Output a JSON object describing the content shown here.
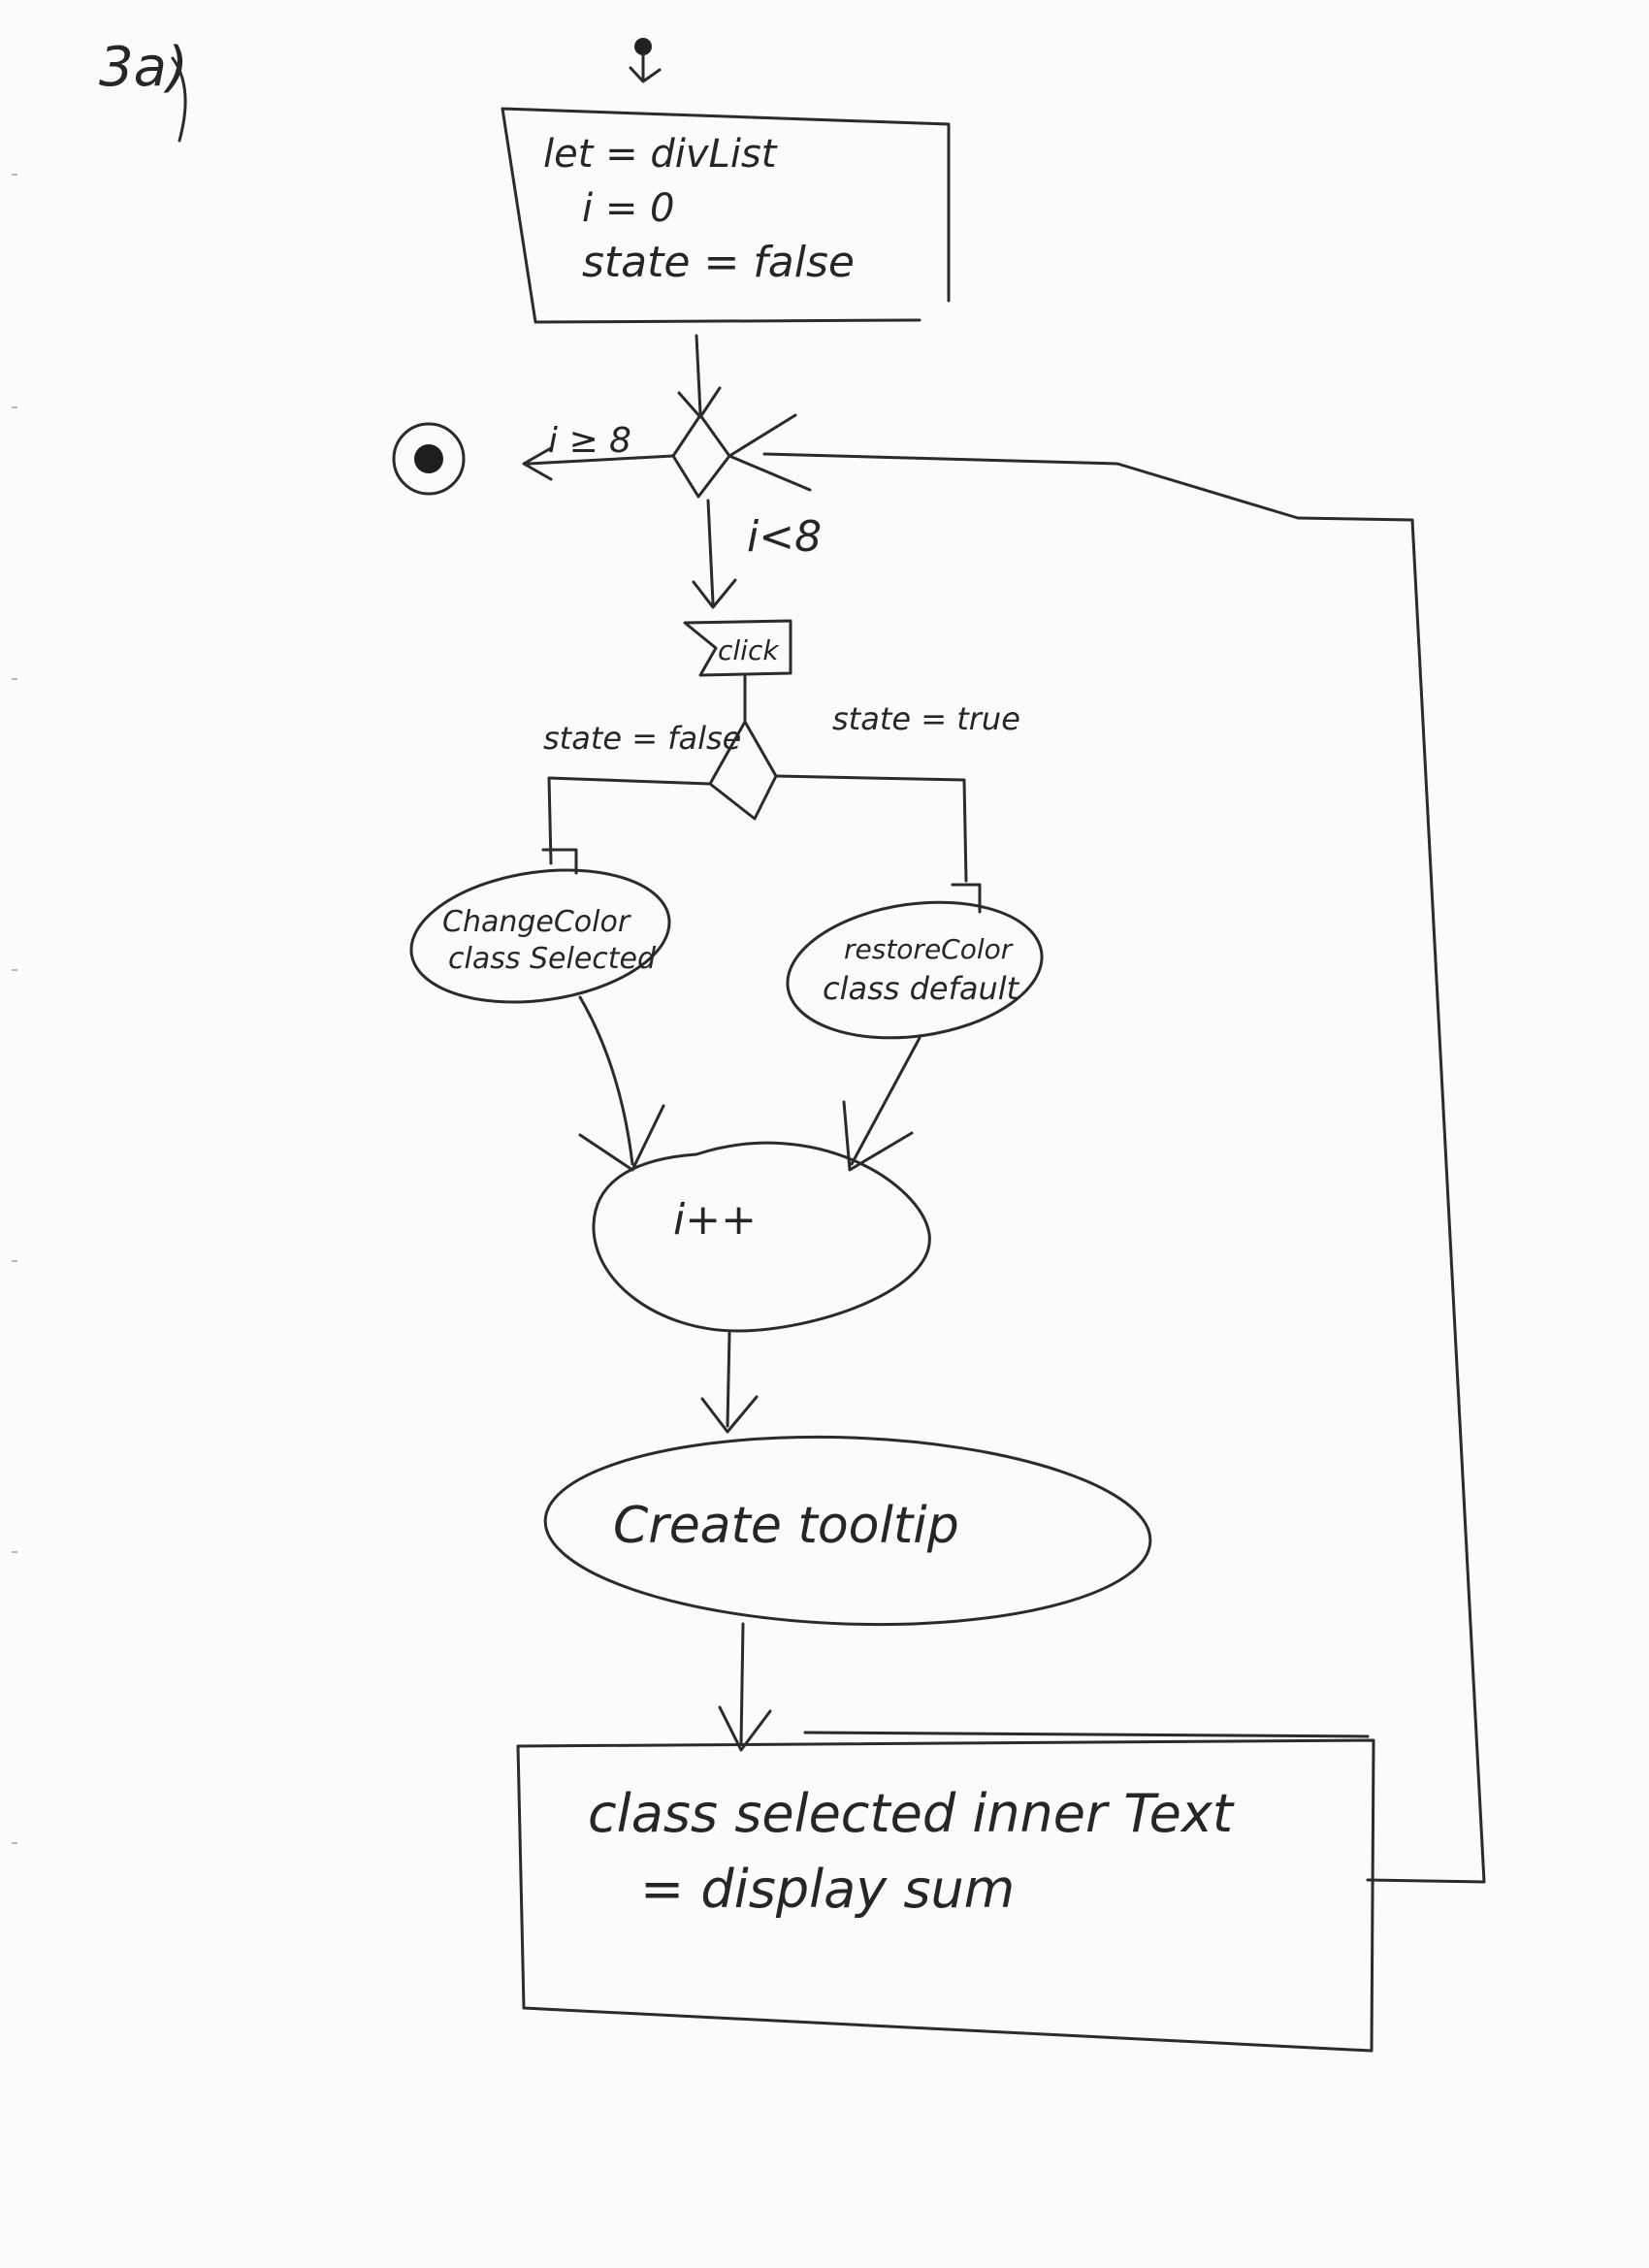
{
  "page_label": "3a)",
  "init_block": {
    "line1": "let = divList",
    "line2": "i = 0",
    "line3": "state = false"
  },
  "loop_exit_guard": "i ≥ 8",
  "loop_continue_guard": "i<8",
  "event_signal": "click",
  "branch": {
    "left_guard": "state = false",
    "right_guard": "state = true"
  },
  "actions": {
    "left_line1": "ChangeColor",
    "left_line2": "class Selected",
    "right_line1": "restoreColor",
    "right_line2": "class default",
    "increment": "i++",
    "tooltip": "Create tooltip"
  },
  "final_block": {
    "line1": "class selected inner Text",
    "line2": "= display sum"
  }
}
